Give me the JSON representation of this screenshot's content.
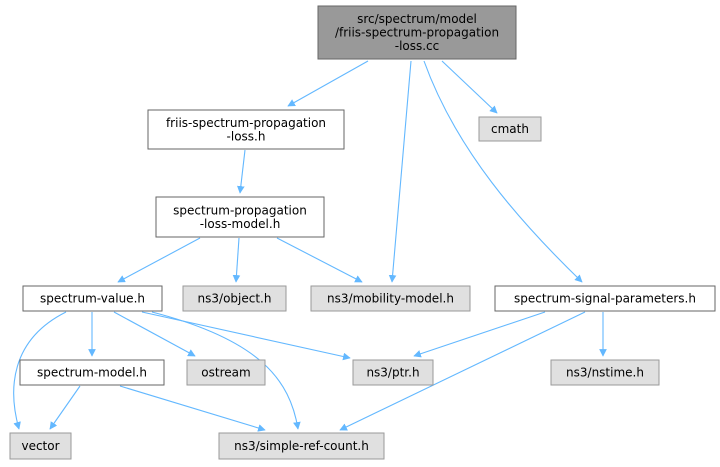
{
  "colors": {
    "edge": "#63b8ff",
    "root_fill": "#999999",
    "root_stroke": "#666666",
    "project_fill": "#ffffff",
    "project_stroke": "#666666",
    "system_fill": "#e0e0e0",
    "system_stroke": "#999999"
  },
  "graph": {
    "nodes": [
      {
        "id": "root",
        "lines": [
          "src/spectrum/model",
          "/friis-spectrum-propagation",
          "-loss.cc"
        ],
        "kind": "root"
      },
      {
        "id": "friis_h",
        "lines": [
          "friis-spectrum-propagation",
          "-loss.h"
        ],
        "kind": "project"
      },
      {
        "id": "cmath",
        "lines": [
          "cmath"
        ],
        "kind": "system"
      },
      {
        "id": "spm_h",
        "lines": [
          "spectrum-propagation",
          "-loss-model.h"
        ],
        "kind": "project"
      },
      {
        "id": "sv_h",
        "lines": [
          "spectrum-value.h"
        ],
        "kind": "project"
      },
      {
        "id": "object_h",
        "lines": [
          "ns3/object.h"
        ],
        "kind": "system"
      },
      {
        "id": "mobility_h",
        "lines": [
          "ns3/mobility-model.h"
        ],
        "kind": "system"
      },
      {
        "id": "ssp_h",
        "lines": [
          "spectrum-signal-parameters.h"
        ],
        "kind": "project"
      },
      {
        "id": "sm_h",
        "lines": [
          "spectrum-model.h"
        ],
        "kind": "project"
      },
      {
        "id": "ostream",
        "lines": [
          "ostream"
        ],
        "kind": "system"
      },
      {
        "id": "ptr_h",
        "lines": [
          "ns3/ptr.h"
        ],
        "kind": "system"
      },
      {
        "id": "nstime_h",
        "lines": [
          "ns3/nstime.h"
        ],
        "kind": "system"
      },
      {
        "id": "vector",
        "lines": [
          "vector"
        ],
        "kind": "system"
      },
      {
        "id": "src_h",
        "lines": [
          "ns3/simple-ref-count.h"
        ],
        "kind": "system"
      }
    ],
    "edges": [
      {
        "from": "root",
        "to": "friis_h"
      },
      {
        "from": "root",
        "to": "mobility_h"
      },
      {
        "from": "root",
        "to": "cmath"
      },
      {
        "from": "root",
        "to": "ssp_h"
      },
      {
        "from": "friis_h",
        "to": "spm_h"
      },
      {
        "from": "spm_h",
        "to": "sv_h"
      },
      {
        "from": "spm_h",
        "to": "object_h"
      },
      {
        "from": "spm_h",
        "to": "mobility_h"
      },
      {
        "from": "sv_h",
        "to": "sm_h"
      },
      {
        "from": "sv_h",
        "to": "vector"
      },
      {
        "from": "sv_h",
        "to": "ostream"
      },
      {
        "from": "sv_h",
        "to": "ptr_h"
      },
      {
        "from": "sv_h",
        "to": "src_h"
      },
      {
        "from": "sm_h",
        "to": "vector"
      },
      {
        "from": "sm_h",
        "to": "src_h"
      },
      {
        "from": "ssp_h",
        "to": "ptr_h"
      },
      {
        "from": "ssp_h",
        "to": "nstime_h"
      },
      {
        "from": "ssp_h",
        "to": "src_h"
      }
    ]
  }
}
